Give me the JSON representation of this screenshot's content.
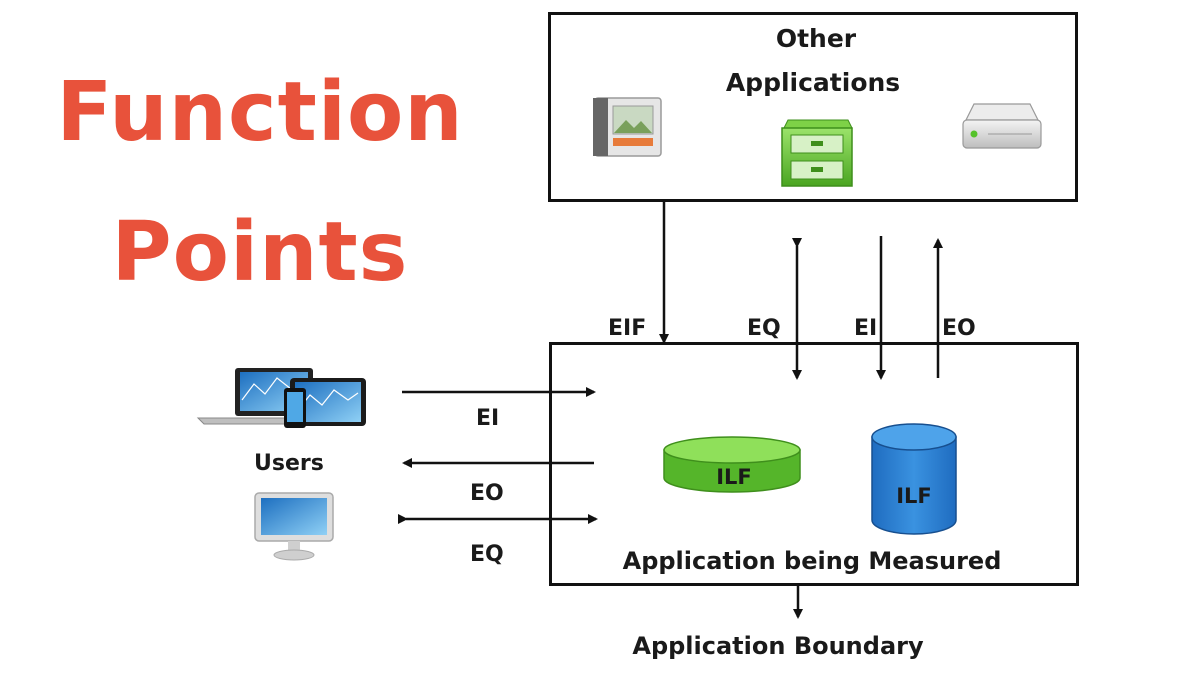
{
  "title_line1": "Function",
  "title_line2": "Points",
  "other_apps_line1": "Other",
  "other_apps_line2": "Applications",
  "labels": {
    "eif": "EIF",
    "eq_top": "EQ",
    "ei_top": "EI",
    "eo_top": "EO",
    "ei_left": "EI",
    "eo_left": "EO",
    "eq_left": "EQ",
    "users": "Users",
    "ilf_green": "ILF",
    "ilf_blue": "ILF",
    "app_measured": "Application being Measured",
    "app_boundary": "Application Boundary"
  },
  "colors": {
    "title": "#e8523b",
    "ilf_green": "#6fce3c",
    "ilf_blue": "#2b7fd3"
  },
  "icons": [
    "contact-card-icon",
    "file-cabinet-icon",
    "hard-drive-icon",
    "devices-icon",
    "monitor-icon"
  ]
}
